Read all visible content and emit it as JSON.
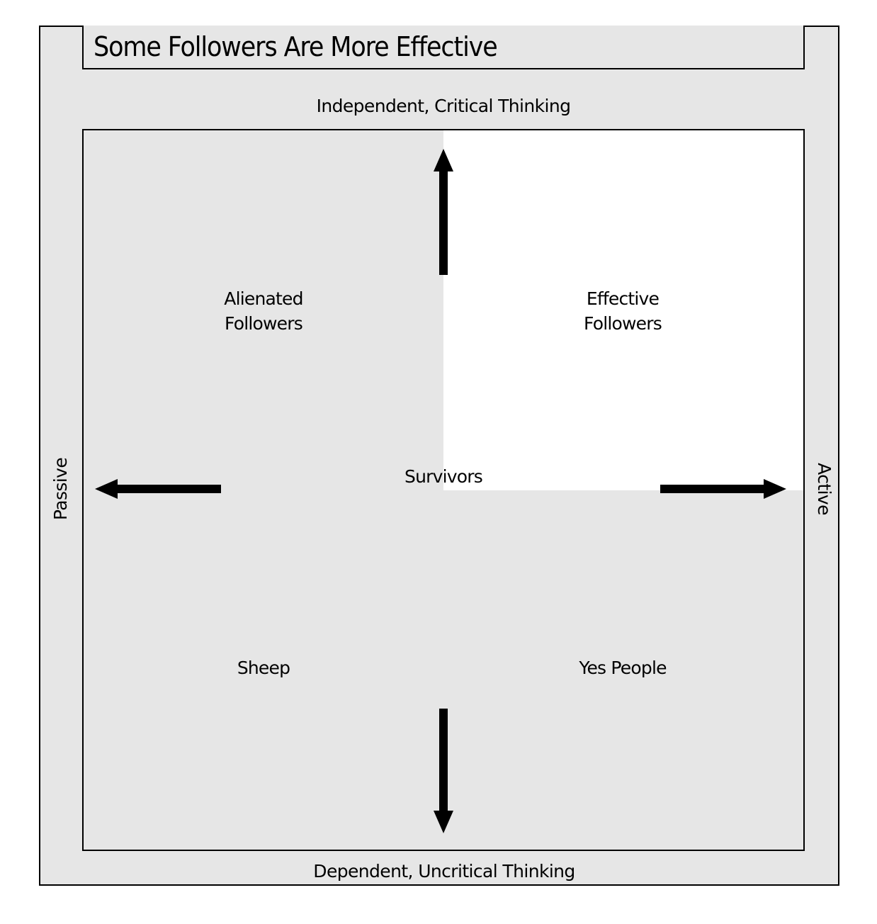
{
  "diagram": {
    "title": "Some Followers Are More Effective",
    "axes": {
      "top": "Independent, Critical Thinking",
      "bottom": "Dependent, Uncritical Thinking",
      "left": "Passive",
      "right": "Active"
    },
    "quadrants": {
      "top_left": "Alienated\nFollowers",
      "top_right": "Effective\nFollowers",
      "bottom_left": "Sheep",
      "bottom_right": "Yes People",
      "center": "Survivors"
    },
    "colors": {
      "background_gray": "#e6e6e6",
      "highlight_white": "#ffffff",
      "ink": "#000000"
    },
    "arrows": [
      "up-arrow",
      "down-arrow",
      "left-arrow",
      "right-arrow"
    ]
  }
}
